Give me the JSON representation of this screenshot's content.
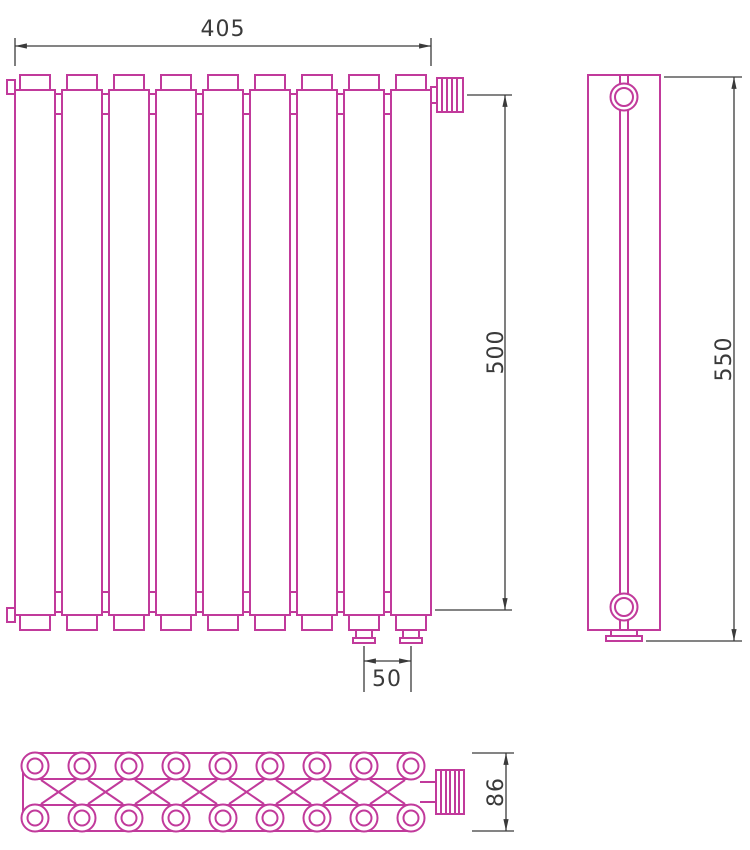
{
  "drawing": {
    "sections_count": 9,
    "colors": {
      "outline": "#c13a9b",
      "dimension_lines": "#3a3a3a",
      "background": "#ffffff"
    },
    "dimensions": {
      "front_width": "405",
      "front_height": "500",
      "connection_spacing": "50",
      "side_height": "550",
      "depth": "86"
    }
  }
}
